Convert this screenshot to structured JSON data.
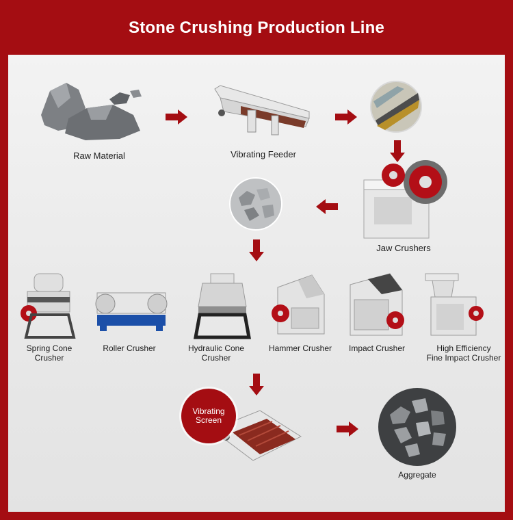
{
  "header": {
    "title": "Stone Crushing Production Line"
  },
  "stages": {
    "raw_material": "Raw Material",
    "vibrating_feeder": "Vibrating Feeder",
    "jaw_crushers": "Jaw Crushers",
    "aggregate": "Aggregate"
  },
  "crushers": {
    "spring_cone": [
      "Spring Cone",
      "Crusher"
    ],
    "roller": "Roller Crusher",
    "hydraulic_cone": [
      "Hydraulic Cone",
      "Crusher"
    ],
    "hammer": "Hammer Crusher",
    "impact": "Impact Crusher",
    "fine_impact": [
      "High Efficiency",
      "Fine Impact Crusher"
    ]
  },
  "screen_badge": [
    "Vibrating",
    "Screen"
  ],
  "colors": {
    "accent": "#a40d12",
    "panel": "#efefef"
  }
}
